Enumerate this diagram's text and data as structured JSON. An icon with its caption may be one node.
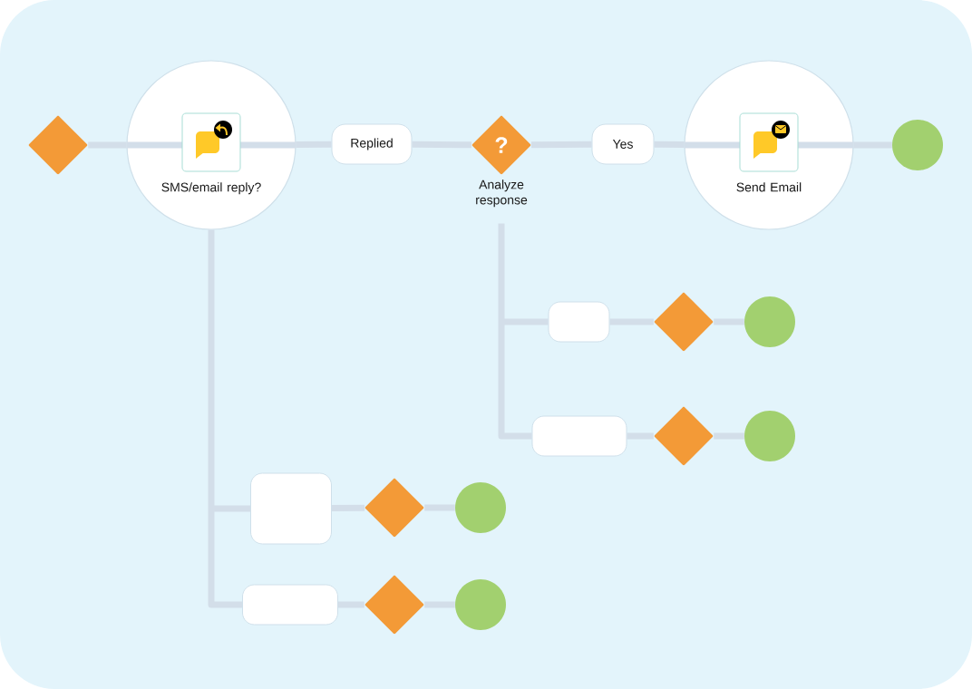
{
  "diagram": {
    "nodes": [
      {
        "text": [],
        "shape": "diamond"
      },
      {
        "text": [
          "SMS/email reply?"
        ]
      },
      {
        "text": [
          "Replied"
        ]
      },
      {
        "text": [
          "?",
          "Analyze response"
        ]
      },
      {
        "text": [
          "Yes"
        ]
      },
      {
        "text": [
          "Send Email"
        ]
      },
      {
        "text": [],
        "shape": "circle"
      },
      {
        "text": [],
        "shape": "box"
      },
      {
        "text": [],
        "shape": "diamond"
      },
      {
        "text": [],
        "shape": "circle"
      },
      {
        "text": [],
        "shape": "box"
      },
      {
        "text": [],
        "shape": "diamond"
      },
      {
        "text": [],
        "shape": "circle"
      },
      {
        "text": [],
        "shape": "box"
      },
      {
        "text": [],
        "shape": "diamond"
      },
      {
        "text": [],
        "shape": "circle"
      },
      {
        "text": [],
        "shape": "box"
      },
      {
        "text": [],
        "shape": "diamond"
      },
      {
        "text": [],
        "shape": "circle"
      }
    ],
    "edges": [
      {
        "from": 0,
        "to": 1,
        "arrow": "none"
      },
      {
        "from": 1,
        "to": 2,
        "arrow": "none"
      },
      {
        "from": 2,
        "to": 3,
        "arrow": "none"
      },
      {
        "from": 3,
        "to": 4,
        "arrow": "none"
      },
      {
        "from": 4,
        "to": 5,
        "arrow": "none"
      },
      {
        "from": 5,
        "to": 6,
        "arrow": "none"
      },
      {
        "from": 3,
        "to": 7,
        "arrow": "none"
      },
      {
        "from": 7,
        "to": 8,
        "arrow": "none"
      },
      {
        "from": 8,
        "to": 9,
        "arrow": "none"
      },
      {
        "from": 3,
        "to": 10,
        "arrow": "none"
      },
      {
        "from": 10,
        "to": 11,
        "arrow": "none"
      },
      {
        "from": 11,
        "to": 12,
        "arrow": "none"
      },
      {
        "from": 1,
        "to": 13,
        "arrow": "none"
      },
      {
        "from": 13,
        "to": 14,
        "arrow": "none"
      },
      {
        "from": 14,
        "to": 15,
        "arrow": "none"
      },
      {
        "from": 1,
        "to": 16,
        "arrow": "none"
      },
      {
        "from": 16,
        "to": 17,
        "arrow": "none"
      },
      {
        "from": 17,
        "to": 18,
        "arrow": "none"
      }
    ]
  }
}
